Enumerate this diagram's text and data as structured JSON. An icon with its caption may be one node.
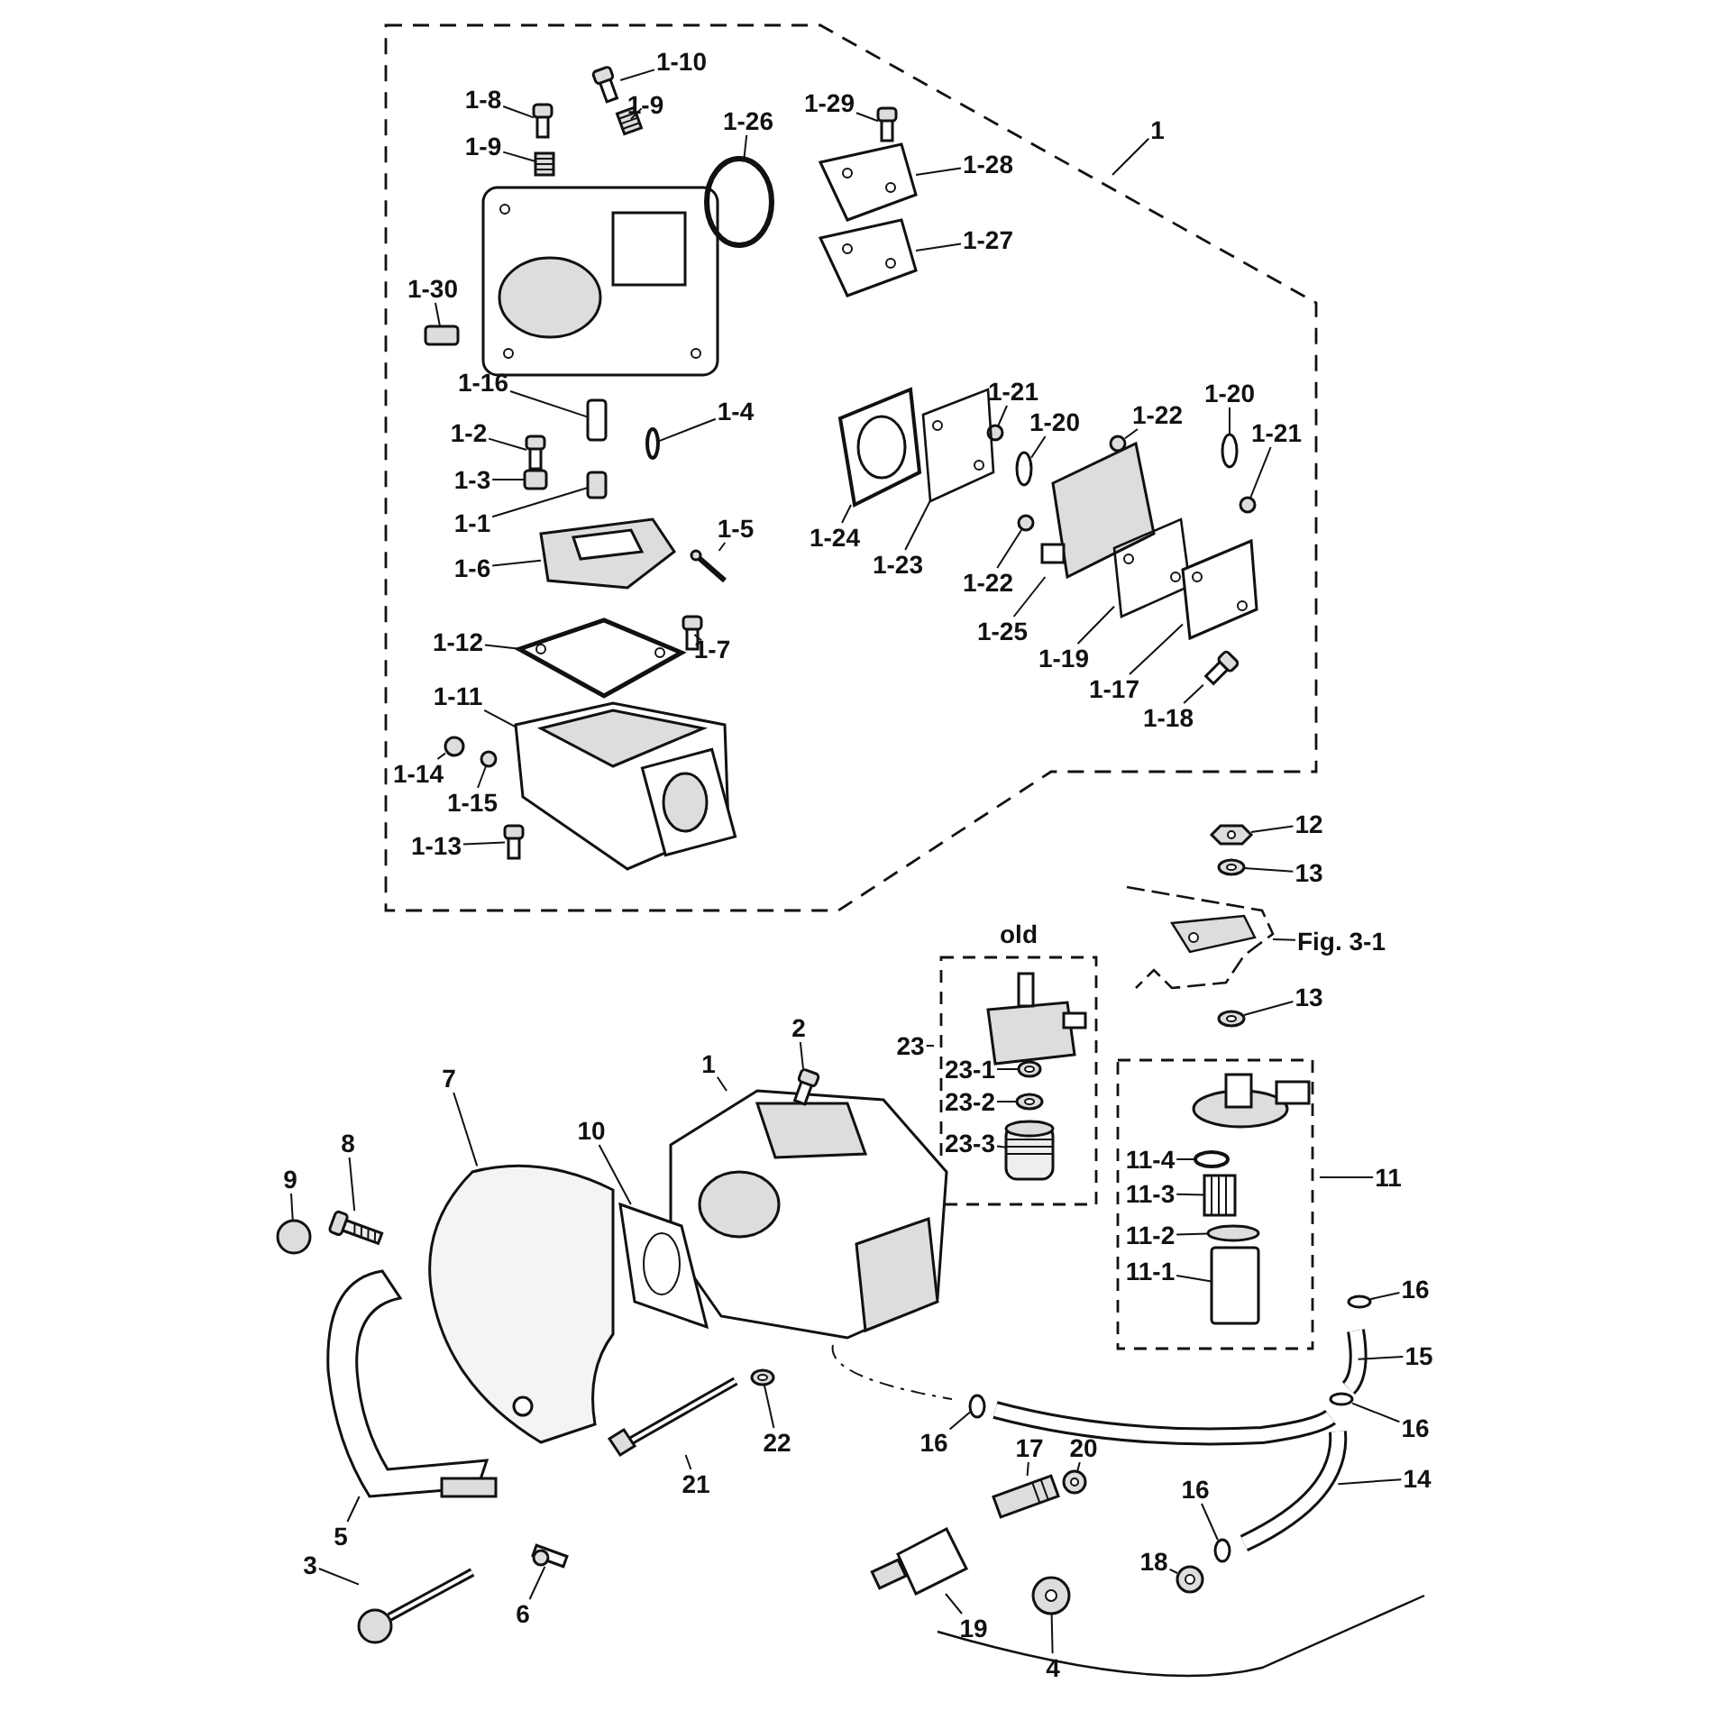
{
  "diagram": {
    "nodes": [
      {
        "text": [
          "1"
        ]
      },
      {
        "text": [
          "1-10"
        ]
      },
      {
        "text": [
          "1-8"
        ]
      },
      {
        "text": [
          "1-9"
        ]
      },
      {
        "text": [
          "1-9"
        ]
      },
      {
        "text": [
          "1-26"
        ]
      },
      {
        "text": [
          "1-29"
        ]
      },
      {
        "text": [
          "1-28"
        ]
      },
      {
        "text": [
          "1-27"
        ]
      },
      {
        "text": [
          "1-30"
        ]
      },
      {
        "text": [
          "1-16"
        ]
      },
      {
        "text": [
          "1-2"
        ]
      },
      {
        "text": [
          "1-4"
        ]
      },
      {
        "text": [
          "1-3"
        ]
      },
      {
        "text": [
          "1-1"
        ]
      },
      {
        "text": [
          "1-5"
        ]
      },
      {
        "text": [
          "1-6"
        ]
      },
      {
        "text": [
          "1-7"
        ]
      },
      {
        "text": [
          "1-12"
        ]
      },
      {
        "text": [
          "1-11"
        ]
      },
      {
        "text": [
          "1-14"
        ]
      },
      {
        "text": [
          "1-15"
        ]
      },
      {
        "text": [
          "1-13"
        ]
      },
      {
        "text": [
          "1-21"
        ]
      },
      {
        "text": [
          "1-20"
        ]
      },
      {
        "text": [
          "1-22"
        ]
      },
      {
        "text": [
          "1-20"
        ]
      },
      {
        "text": [
          "1-21"
        ]
      },
      {
        "text": [
          "1-24"
        ]
      },
      {
        "text": [
          "1-23"
        ]
      },
      {
        "text": [
          "1-22"
        ]
      },
      {
        "text": [
          "1-25"
        ]
      },
      {
        "text": [
          "1-19"
        ]
      },
      {
        "text": [
          "1-17"
        ]
      },
      {
        "text": [
          "1-18"
        ]
      },
      {
        "text": [
          "12"
        ]
      },
      {
        "text": [
          "13"
        ]
      },
      {
        "text": [
          "Fig. 3-1"
        ]
      },
      {
        "text": [
          "13"
        ]
      },
      {
        "text": [
          "23"
        ]
      },
      {
        "text": [
          "23-1"
        ]
      },
      {
        "text": [
          "23-2"
        ]
      },
      {
        "text": [
          "23-3"
        ]
      },
      {
        "text": [
          "11"
        ]
      },
      {
        "text": [
          "11-4"
        ]
      },
      {
        "text": [
          "11-3"
        ]
      },
      {
        "text": [
          "11-2"
        ]
      },
      {
        "text": [
          "11-1"
        ]
      },
      {
        "text": [
          "16"
        ]
      },
      {
        "text": [
          "15"
        ]
      },
      {
        "text": [
          "1"
        ]
      },
      {
        "text": [
          "2"
        ]
      },
      {
        "text": [
          "7"
        ]
      },
      {
        "text": [
          "10"
        ]
      },
      {
        "text": [
          "8"
        ]
      },
      {
        "text": [
          "9"
        ]
      },
      {
        "text": [
          "22"
        ]
      },
      {
        "text": [
          "21"
        ]
      },
      {
        "text": [
          "16"
        ]
      },
      {
        "text": [
          "16"
        ]
      },
      {
        "text": [
          "17"
        ]
      },
      {
        "text": [
          "20"
        ]
      },
      {
        "text": [
          "14"
        ]
      },
      {
        "text": [
          "18"
        ]
      },
      {
        "text": [
          "16"
        ]
      },
      {
        "text": [
          "5"
        ]
      },
      {
        "text": [
          "6"
        ]
      },
      {
        "text": [
          "3"
        ]
      },
      {
        "text": [
          "19"
        ]
      },
      {
        "text": [
          "4"
        ]
      },
      {
        "text": [],
        "shape": "picture"
      },
      {
        "text": [],
        "shape": "picture"
      },
      {
        "text": [],
        "shape": "picture"
      },
      {
        "text": [],
        "shape": "picture"
      },
      {
        "text": [],
        "shape": "circle"
      },
      {
        "text": [],
        "shape": "picture"
      },
      {
        "text": [],
        "shape": "picture"
      },
      {
        "text": [],
        "shape": "picture"
      },
      {
        "text": [],
        "shape": "box"
      },
      {
        "text": [],
        "shape": "box"
      },
      {
        "text": [],
        "shape": "picture"
      },
      {
        "text": [],
        "shape": "circle"
      },
      {
        "text": [],
        "shape": "box"
      },
      {
        "text": [],
        "shape": "box"
      },
      {
        "text": [],
        "shape": "picture"
      },
      {
        "text": [],
        "shape": "picture"
      },
      {
        "text": [],
        "shape": "picture"
      },
      {
        "text": [],
        "shape": "picture"
      },
      {
        "text": [],
        "shape": "picture"
      },
      {
        "text": [],
        "shape": "circle"
      },
      {
        "text": [],
        "shape": "circle"
      },
      {
        "text": [],
        "shape": "picture"
      },
      {
        "text": [],
        "shape": "circle"
      },
      {
        "text": [],
        "shape": "circle"
      },
      {
        "text": [],
        "shape": "circle"
      },
      {
        "text": [],
        "shape": "circle"
      },
      {
        "text": [],
        "shape": "circle"
      },
      {
        "text": [],
        "shape": "picture"
      },
      {
        "text": [],
        "shape": "picture"
      },
      {
        "text": [],
        "shape": "circle"
      },
      {
        "text": [],
        "shape": "picture"
      },
      {
        "text": [],
        "shape": "picture"
      },
      {
        "text": [],
        "shape": "picture"
      },
      {
        "text": [],
        "shape": "picture"
      },
      {
        "text": [],
        "shape": "picture"
      },
      {
        "text": [],
        "shape": "picture"
      },
      {
        "text": [],
        "shape": "picture"
      },
      {
        "text": [],
        "shape": "picture"
      },
      {
        "text": [],
        "shape": "picture"
      },
      {
        "text": [],
        "shape": "picture"
      },
      {
        "text": [],
        "shape": "picture"
      },
      {
        "text": [],
        "shape": "circle"
      },
      {
        "text": [],
        "shape": "picture"
      },
      {
        "text": [],
        "shape": "circle"
      },
      {
        "text": [],
        "shape": "box"
      },
      {
        "text": [],
        "shape": "circle"
      },
      {
        "text": [],
        "shape": "picture"
      },
      {
        "text": [],
        "shape": "picture"
      },
      {
        "text": [],
        "shape": "picture"
      },
      {
        "text": [],
        "shape": "picture"
      },
      {
        "text": [],
        "shape": "picture"
      },
      {
        "text": [],
        "shape": "picture"
      },
      {
        "text": [],
        "shape": "circle"
      },
      {
        "text": [],
        "shape": "picture"
      },
      {
        "text": [],
        "shape": "picture"
      },
      {
        "text": [],
        "shape": "circle"
      },
      {
        "text": [],
        "shape": "circle"
      },
      {
        "text": [],
        "shape": "picture"
      },
      {
        "text": [],
        "shape": "picture"
      },
      {
        "text": [],
        "shape": "picture"
      },
      {
        "text": [],
        "shape": "picture"
      },
      {
        "text": [],
        "shape": "circle"
      },
      {
        "text": [],
        "shape": "picture"
      },
      {
        "text": [],
        "shape": "picture"
      },
      {
        "text": [],
        "shape": "picture"
      },
      {
        "text": [],
        "shape": "picture"
      },
      {
        "text": [],
        "shape": "picture"
      }
    ],
    "edges": [
      {
        "from": 0,
        "to": null,
        "arrow": "none"
      },
      {
        "from": 1,
        "to": 70,
        "arrow": "none"
      },
      {
        "from": 2,
        "to": 71,
        "arrow": "none"
      },
      {
        "from": 3,
        "to": 72,
        "arrow": "none"
      },
      {
        "from": 4,
        "to": 73,
        "arrow": "none"
      },
      {
        "from": 5,
        "to": 74,
        "arrow": "none"
      },
      {
        "from": 6,
        "to": 75,
        "arrow": "none"
      },
      {
        "from": 7,
        "to": 76,
        "arrow": "none"
      },
      {
        "from": 8,
        "to": 77,
        "arrow": "none"
      },
      {
        "from": 9,
        "to": 78,
        "arrow": "none"
      },
      {
        "from": 10,
        "to": 79,
        "arrow": "none"
      },
      {
        "from": 11,
        "to": 80,
        "arrow": "none"
      },
      {
        "from": 12,
        "to": 81,
        "arrow": "none"
      },
      {
        "from": 13,
        "to": 82,
        "arrow": "none"
      },
      {
        "from": 14,
        "to": 83,
        "arrow": "none"
      },
      {
        "from": 15,
        "to": 84,
        "arrow": "none"
      },
      {
        "from": 16,
        "to": 85,
        "arrow": "none"
      },
      {
        "from": 17,
        "to": 86,
        "arrow": "none"
      },
      {
        "from": 18,
        "to": 87,
        "arrow": "none"
      },
      {
        "from": 19,
        "to": 88,
        "arrow": "none"
      },
      {
        "from": 20,
        "to": 89,
        "arrow": "none"
      },
      {
        "from": 21,
        "to": 90,
        "arrow": "none"
      },
      {
        "from": 22,
        "to": 91,
        "arrow": "none"
      },
      {
        "from": 23,
        "to": 92,
        "arrow": "none"
      },
      {
        "from": 24,
        "to": 93,
        "arrow": "none"
      },
      {
        "from": 25,
        "to": 94,
        "arrow": "none"
      },
      {
        "from": 26,
        "to": 95,
        "arrow": "none"
      },
      {
        "from": 27,
        "to": 96,
        "arrow": "none"
      },
      {
        "from": 28,
        "to": 97,
        "arrow": "none"
      },
      {
        "from": 29,
        "to": 98,
        "arrow": "none"
      },
      {
        "from": 30,
        "to": 99,
        "arrow": "none"
      },
      {
        "from": 31,
        "to": 100,
        "arrow": "none"
      },
      {
        "from": 32,
        "to": 101,
        "arrow": "none"
      },
      {
        "from": 33,
        "to": 102,
        "arrow": "none"
      },
      {
        "from": 34,
        "to": 103,
        "arrow": "none"
      },
      {
        "from": 35,
        "to": 104,
        "arrow": "none"
      },
      {
        "from": 36,
        "to": 105,
        "arrow": "none"
      },
      {
        "from": 37,
        "to": 106,
        "arrow": "none"
      },
      {
        "from": 38,
        "to": 107,
        "arrow": "none"
      },
      {
        "from": 39,
        "to": null,
        "arrow": "none"
      },
      {
        "from": 40,
        "to": 108,
        "arrow": "none"
      },
      {
        "from": 41,
        "to": 109,
        "arrow": "none"
      },
      {
        "from": 42,
        "to": 110,
        "arrow": "none"
      },
      {
        "from": 43,
        "to": null,
        "arrow": "none"
      },
      {
        "from": 44,
        "to": 111,
        "arrow": "none"
      },
      {
        "from": 45,
        "to": 112,
        "arrow": "none"
      },
      {
        "from": 46,
        "to": 113,
        "arrow": "none"
      },
      {
        "from": 47,
        "to": 114,
        "arrow": "none"
      },
      {
        "from": 48,
        "to": 115,
        "arrow": "none"
      },
      {
        "from": 49,
        "to": 116,
        "arrow": "none"
      },
      {
        "from": 50,
        "to": 117,
        "arrow": "none"
      },
      {
        "from": 51,
        "to": 118,
        "arrow": "none"
      },
      {
        "from": 52,
        "to": 119,
        "arrow": "none"
      },
      {
        "from": 53,
        "to": 120,
        "arrow": "none"
      },
      {
        "from": 54,
        "to": 121,
        "arrow": "none"
      },
      {
        "from": 55,
        "to": 122,
        "arrow": "none"
      },
      {
        "from": 56,
        "to": 123,
        "arrow": "none"
      },
      {
        "from": 57,
        "to": 124,
        "arrow": "none"
      },
      {
        "from": 58,
        "to": 125,
        "arrow": "none"
      },
      {
        "from": 59,
        "to": 126,
        "arrow": "none"
      },
      {
        "from": 60,
        "to": 127,
        "arrow": "none"
      },
      {
        "from": 61,
        "to": 128,
        "arrow": "none"
      },
      {
        "from": 62,
        "to": 129,
        "arrow": "none"
      },
      {
        "from": 63,
        "to": 130,
        "arrow": "none"
      },
      {
        "from": 64,
        "to": 131,
        "arrow": "none"
      },
      {
        "from": 65,
        "to": 132,
        "arrow": "none"
      },
      {
        "from": 66,
        "to": 133,
        "arrow": "none"
      },
      {
        "from": 67,
        "to": 134,
        "arrow": "none"
      },
      {
        "from": 68,
        "to": 135,
        "arrow": "none"
      },
      {
        "from": 69,
        "to": 136,
        "arrow": "none"
      }
    ],
    "labels": [
      "old"
    ]
  }
}
